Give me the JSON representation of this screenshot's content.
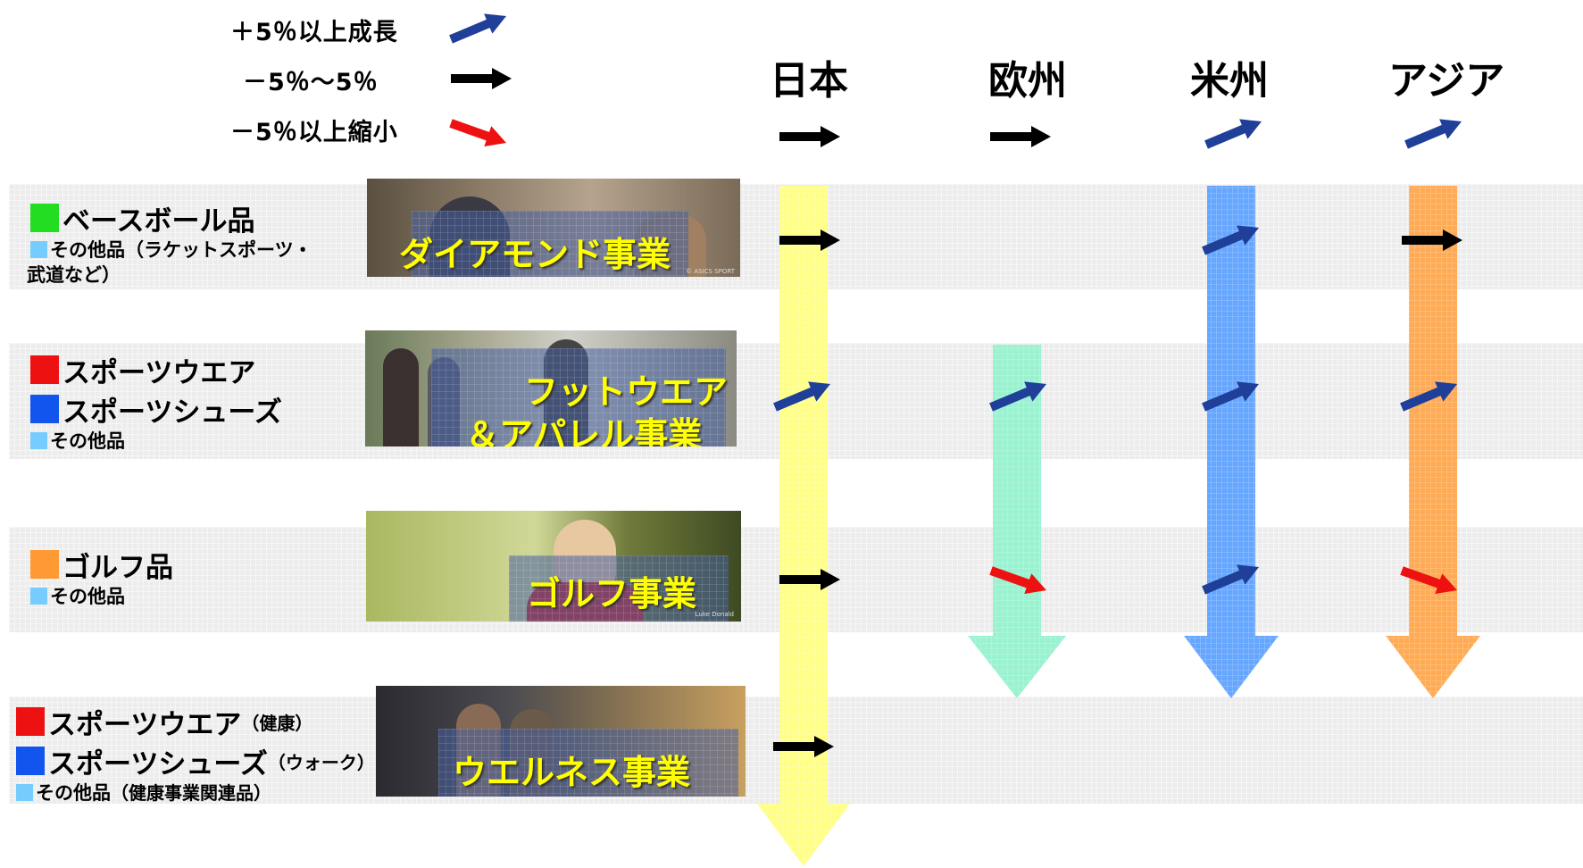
{
  "legend": [
    {
      "label": "＋5％以上成長",
      "arrow": "blue-up-arrow",
      "color": "#1f3f99"
    },
    {
      "label": "－5％～5％",
      "arrow": "black-right-arrow",
      "color": "#000000"
    },
    {
      "label": "－5％以上縮小",
      "arrow": "red-down-arrow",
      "color": "#ee1111"
    }
  ],
  "regions": [
    "日本",
    "欧州",
    "米州",
    "アジア"
  ],
  "region_colors": {
    "japan": "#ffff88",
    "europe": "#99f2d0",
    "americas": "#66a6ff",
    "asia": "#ffaa55"
  },
  "region_trends": {
    "japan": "flat",
    "europe": "flat",
    "americas": "up",
    "asia": "up"
  },
  "segments": [
    {
      "business": "ダイアモンド事業",
      "items": [
        {
          "label": "ベースボール品",
          "color": "#22dd22",
          "size": "big"
        },
        {
          "label": "その他品（ラケットスポーツ・",
          "color": "#77ccff",
          "size": "small"
        },
        {
          "label": "武道など）",
          "color": "",
          "size": "small"
        }
      ],
      "photo_caption": "© ASICS SPORT",
      "trends": {
        "japan": "flat",
        "europe": "",
        "americas": "up",
        "asia": "flat"
      }
    },
    {
      "business_line1": "フットウエア",
      "business_line2": "＆アパレル事業",
      "items": [
        {
          "label": "スポーツウエア",
          "color": "#ee1111",
          "size": "big"
        },
        {
          "label": "スポーツシューズ",
          "color": "#1155ee",
          "size": "big"
        },
        {
          "label": "その他品",
          "color": "#77ccff",
          "size": "small"
        }
      ],
      "trends": {
        "japan": "up",
        "europe": "up",
        "americas": "up",
        "asia": "up"
      }
    },
    {
      "business": "ゴルフ事業",
      "items": [
        {
          "label": "ゴルフ品",
          "color": "#ff9933",
          "size": "big"
        },
        {
          "label": "その他品",
          "color": "#77ccff",
          "size": "small"
        }
      ],
      "photo_caption": "Luke Donald",
      "trends": {
        "japan": "flat",
        "europe": "down",
        "americas": "up",
        "asia": "down"
      }
    },
    {
      "business": "ウエルネス事業",
      "items": [
        {
          "label": "スポーツウエア",
          "note": "（健康）",
          "color": "#ee1111",
          "size": "big"
        },
        {
          "label": "スポーツシューズ",
          "note": "（ウォーク）",
          "color": "#1155ee",
          "size": "big"
        },
        {
          "label": "その他品",
          "note": "（健康事業関連品）",
          "color": "#77ccff",
          "size": "small"
        }
      ],
      "trends": {
        "japan": "flat",
        "europe": "",
        "americas": "",
        "asia": ""
      }
    }
  ]
}
